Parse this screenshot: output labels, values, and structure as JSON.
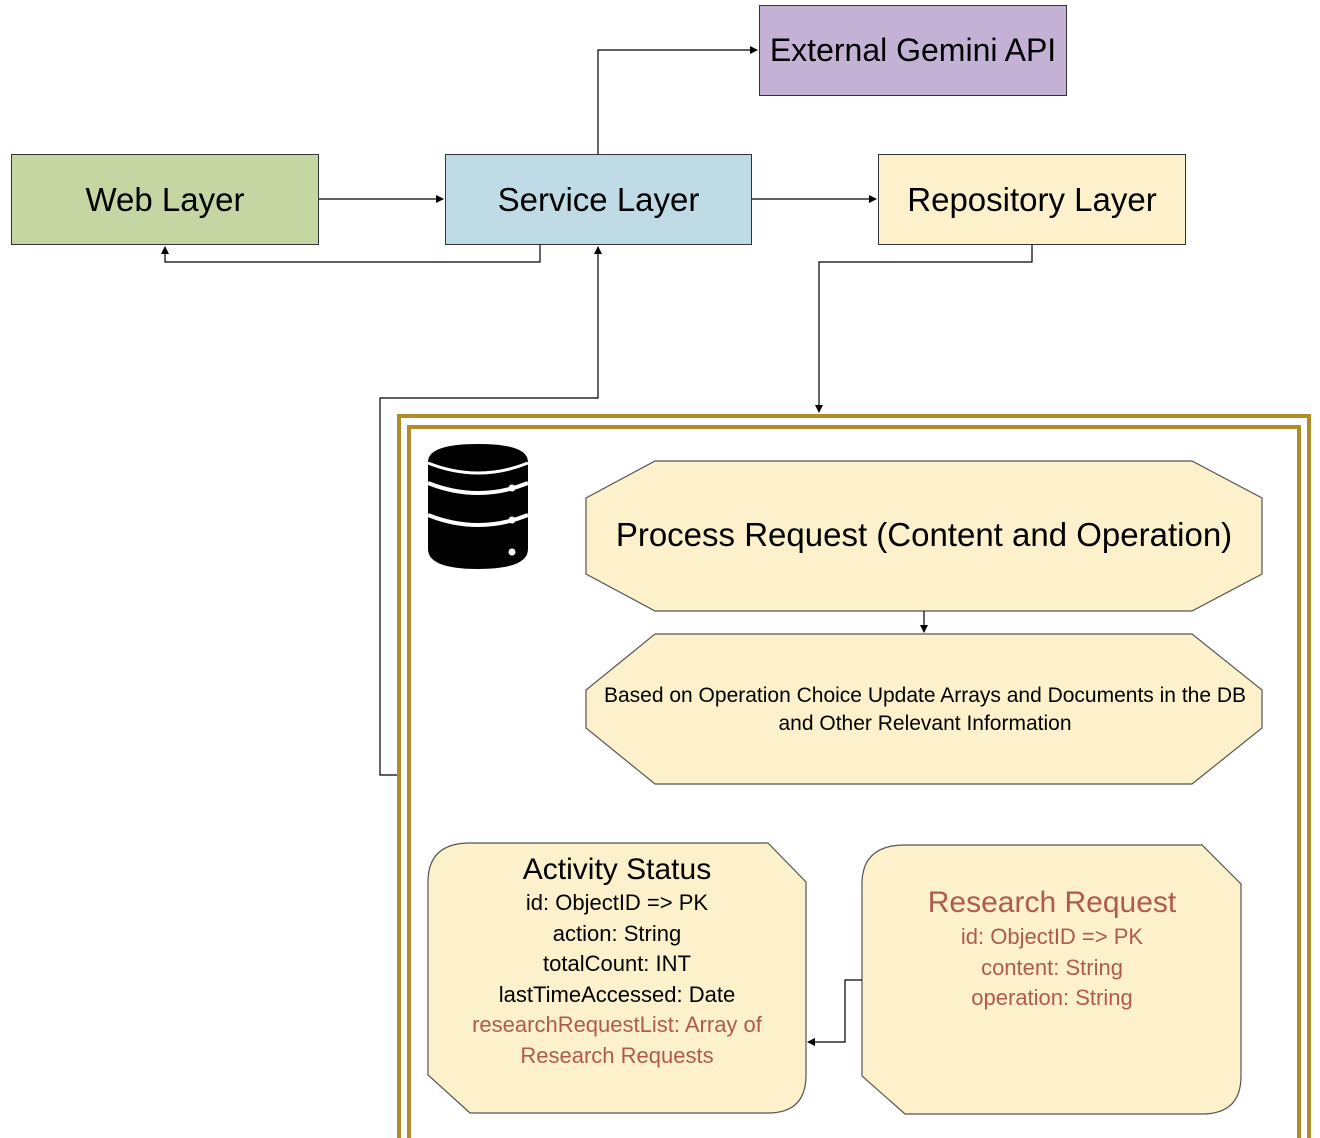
{
  "nodes": {
    "gemini": "External Gemini API",
    "web": "Web Layer",
    "service": "Service Layer",
    "repository": "Repository Layer",
    "process": "Process Request (Content and Operation)",
    "update_line1": "Based on Operation Choice Update Arrays and Documents in the DB",
    "update_line2": "and Other Relevant Information"
  },
  "activity_status": {
    "title": "Activity Status",
    "fields": [
      "id: ObjectID => PK",
      "action: String",
      "totalCount: INT",
      "lastTimeAccessed: Date"
    ],
    "relation_line1": "researchRequestList: Array of",
    "relation_line2": "Research Requests"
  },
  "research_request": {
    "title": "Research Request",
    "fields": [
      "id: ObjectID => PK",
      "content: String",
      "operation: String"
    ]
  },
  "colors": {
    "gemini": "#c3b1d6",
    "web": "#c6d6a2",
    "service": "#bfdbe6",
    "repository": "#fcf1cb",
    "shape_fill": "#fcf1cb",
    "db_border": "#b08d2a",
    "highlight_text": "#b05a4e"
  },
  "icons": {
    "database": "database-icon"
  }
}
